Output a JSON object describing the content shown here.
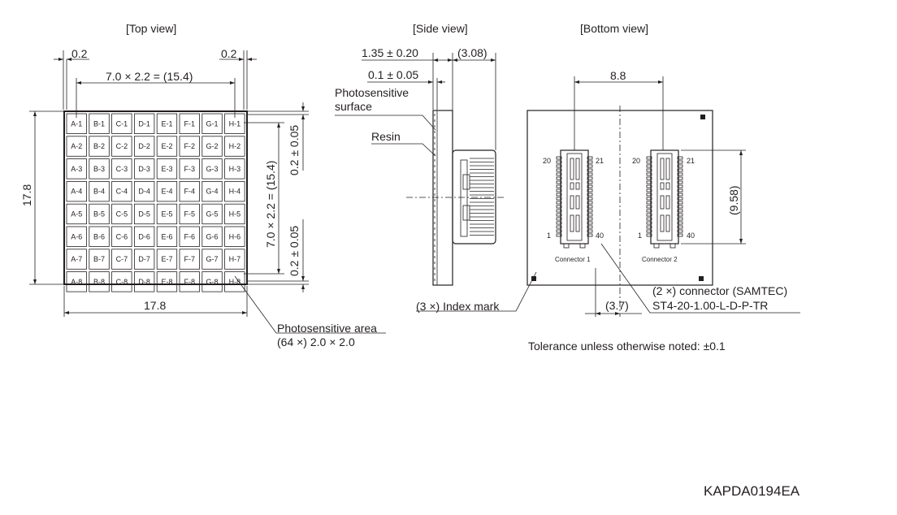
{
  "views": {
    "top": "[Top view]",
    "side": "[Side view]",
    "bottom": "[Bottom view]"
  },
  "top_view": {
    "rows": [
      "1",
      "2",
      "3",
      "4",
      "5",
      "6",
      "7",
      "8"
    ],
    "cols": [
      "A",
      "B",
      "C",
      "D",
      "E",
      "F",
      "G",
      "H"
    ],
    "dims": {
      "left_gap": "0.2",
      "right_gap": "0.2",
      "pitch_horizontal": "7.0 × 2.2 = (15.4)",
      "height": "17.8",
      "width": "17.8",
      "pitch_vertical": "7.0 × 2.2 = (15.4)",
      "top_gap": "0.2 ± 0.05",
      "bottom_gap": "0.2 ± 0.05"
    },
    "note_line1": "Photosensitive area",
    "note_line2": "(64 ×) 2.0 × 2.0"
  },
  "side_view": {
    "dim_thickness": "1.35 ± 0.20",
    "dim_overall": "(3.08)",
    "dim_surface": "0.1 ± 0.05",
    "surface_line1": "Photosensitive",
    "surface_line2": "surface",
    "resin": "Resin",
    "index_mark": "(3 ×) Index mark"
  },
  "bottom_view": {
    "dim_connector_pitch": "8.8",
    "dim_connector_length": "(9.58)",
    "dim_offset": "(3.7)",
    "pin_20": "20",
    "pin_21": "21",
    "pin_1": "1",
    "pin_40": "40",
    "connector1": "Connector 1",
    "connector2": "Connector 2",
    "connector_note_line1": "(2 ×) connector (SAMTEC)",
    "connector_note_line2": "ST4-20-1.00-L-D-P-TR"
  },
  "tolerance": "Tolerance unless otherwise noted: ±0.1",
  "drawing_code": "KAPDA0194EA"
}
